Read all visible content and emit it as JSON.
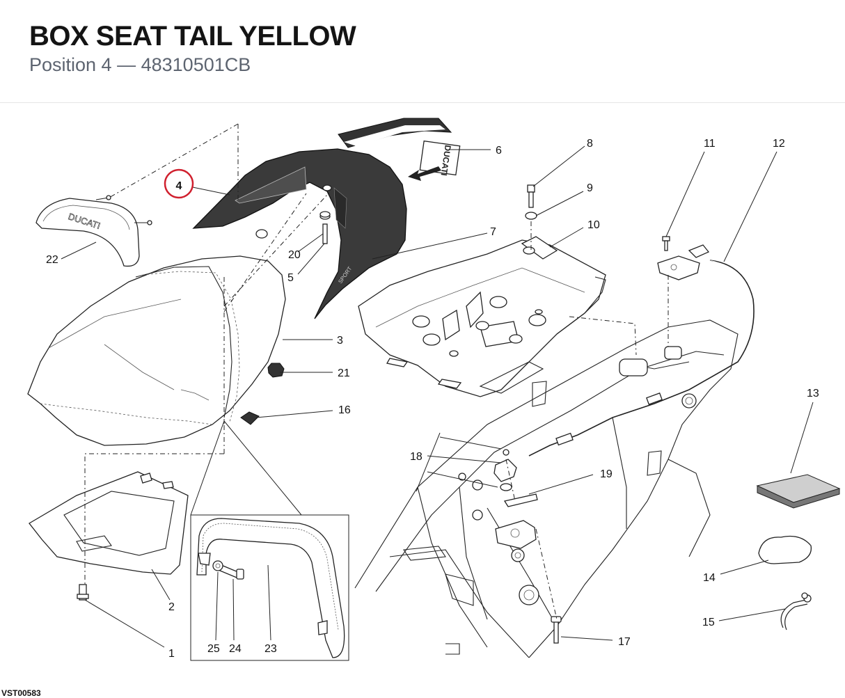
{
  "header": {
    "title": "BOX SEAT TAIL YELLOW",
    "position_label": "Position 4",
    "separator": "—",
    "part_number": "48310501CB"
  },
  "diagram": {
    "drawing_code": "VST00583",
    "highlight_color": "#d0202e",
    "highlighted_position": "4",
    "callouts": {
      "c1": "1",
      "c2": "2",
      "c3": "3",
      "c4": "4",
      "c5": "5",
      "c6": "6",
      "c7": "7",
      "c8": "8",
      "c9": "9",
      "c10": "10",
      "c11": "11",
      "c12": "12",
      "c13": "13",
      "c14": "14",
      "c15": "15",
      "c16": "16",
      "c17": "17",
      "c18": "18",
      "c19": "19",
      "c20": "20",
      "c21": "21",
      "c22": "22",
      "c23": "23",
      "c24": "24",
      "c25": "25"
    },
    "stickers": {
      "tail_logo": "DUCATI",
      "seat_logo": "DUCATI",
      "tail_side_text": "SPORT"
    }
  }
}
